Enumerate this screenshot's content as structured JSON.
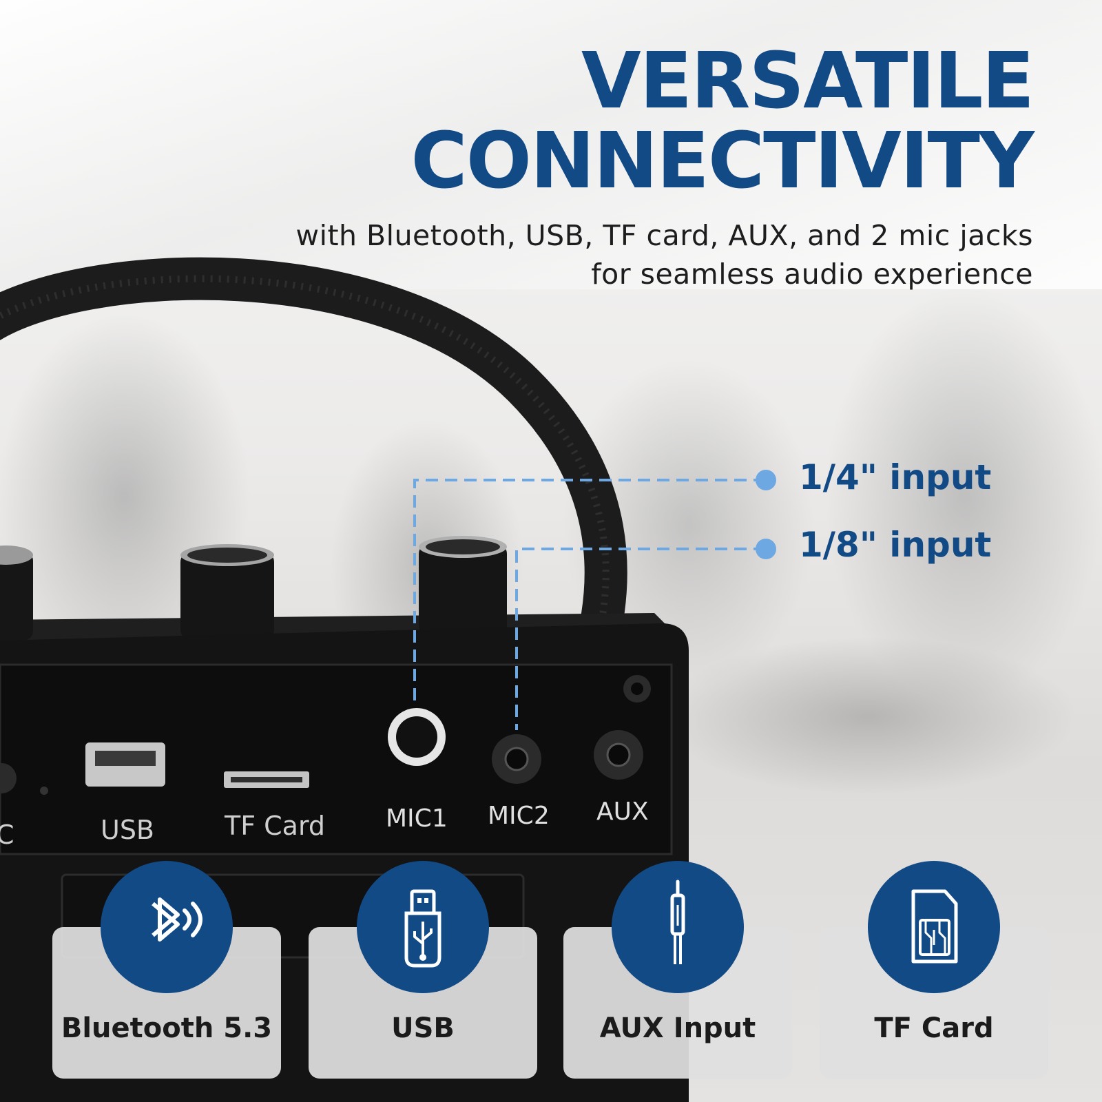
{
  "headline": {
    "line1": "VERSATILE",
    "line2": "CONNECTIVITY"
  },
  "subtitle": {
    "line1": "with Bluetooth, USB, TF card, AUX, and 2 mic jacks",
    "line2": "for seamless audio experience"
  },
  "callouts": [
    {
      "label": "1/4\" input"
    },
    {
      "label": "1/8\" input"
    }
  ],
  "panel_labels": {
    "partial": "C",
    "usb": "USB",
    "tf": "TF Card",
    "mic1": "MIC1",
    "mic2": "MIC2",
    "aux": "AUX"
  },
  "features": [
    {
      "label": "Bluetooth 5.3",
      "icon": "bluetooth-icon"
    },
    {
      "label": "USB",
      "icon": "usb-drive-icon"
    },
    {
      "label": "AUX Input",
      "icon": "aux-jack-icon"
    },
    {
      "label": "TF Card",
      "icon": "sd-card-icon"
    }
  ],
  "colors": {
    "brand_blue": "#124a86",
    "callout_dot": "#6ea8e3",
    "speaker_body": "#141414"
  }
}
